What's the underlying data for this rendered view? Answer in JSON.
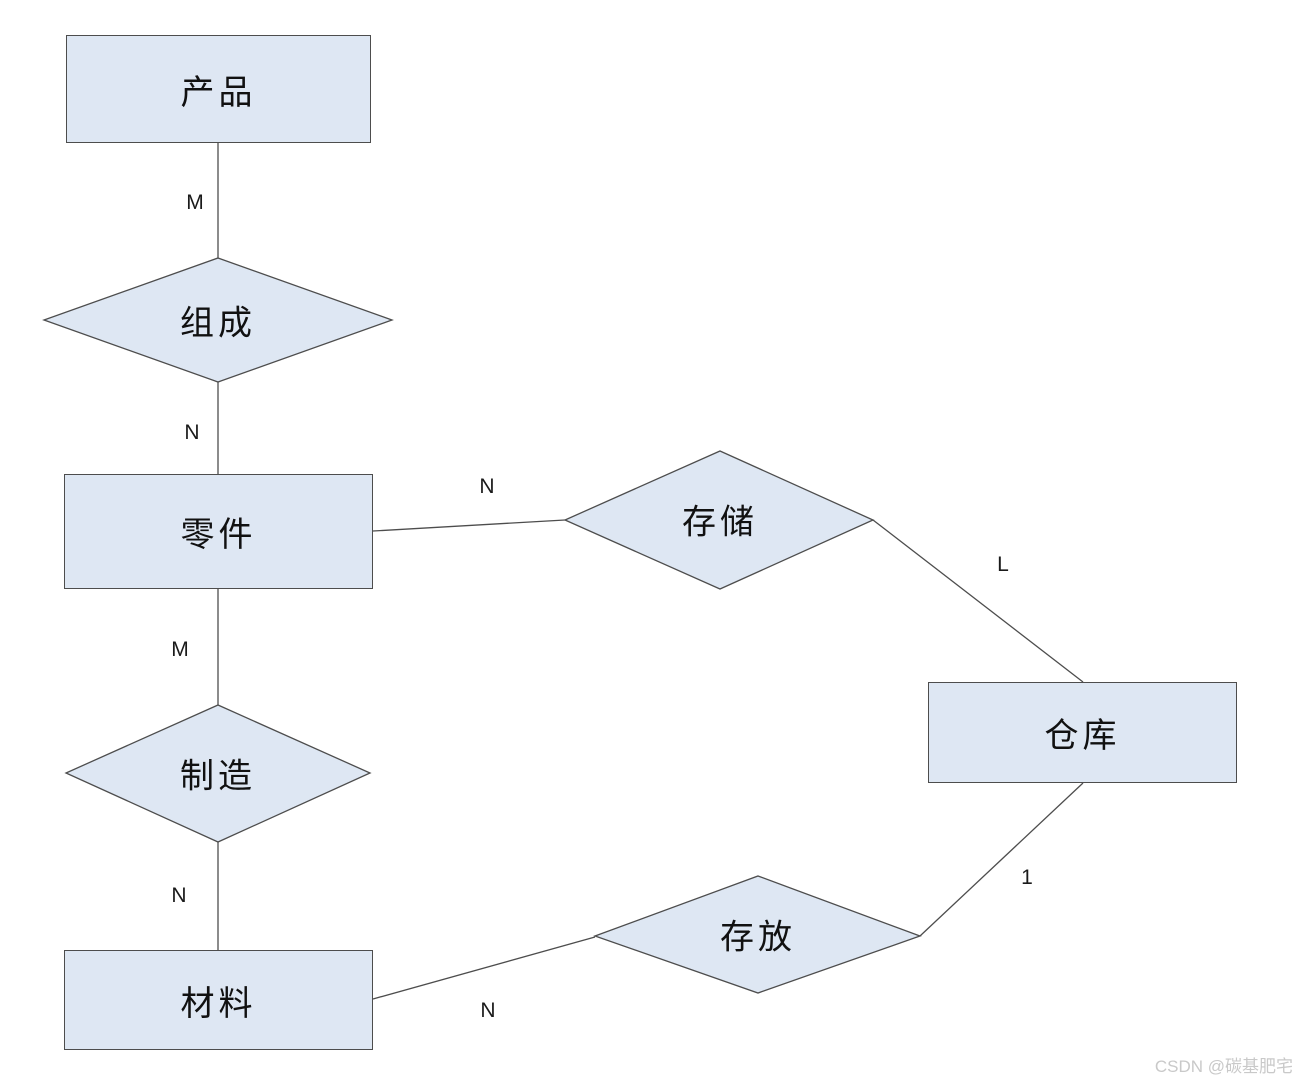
{
  "diagram": {
    "kind": "entity-relationship-diagram",
    "entities": [
      {
        "id": "product",
        "label": "产品"
      },
      {
        "id": "part",
        "label": "零件"
      },
      {
        "id": "warehouse",
        "label": "仓库"
      },
      {
        "id": "material",
        "label": "材料"
      }
    ],
    "relationships": [
      {
        "id": "compose",
        "label": "组成"
      },
      {
        "id": "store",
        "label": "存储"
      },
      {
        "id": "manufacture",
        "label": "制造"
      },
      {
        "id": "place",
        "label": "存放"
      }
    ],
    "cardinalities": [
      {
        "id": "product-compose",
        "edge": "产品-组成",
        "label": "M"
      },
      {
        "id": "compose-part",
        "edge": "组成-零件",
        "label": "N"
      },
      {
        "id": "part-store",
        "edge": "零件-存储",
        "label": "N"
      },
      {
        "id": "store-warehouse",
        "edge": "存储-仓库",
        "label": "L"
      },
      {
        "id": "part-manufacture",
        "edge": "零件-制造",
        "label": "M"
      },
      {
        "id": "manufacture-material",
        "edge": "制造-材料",
        "label": "N"
      },
      {
        "id": "material-place",
        "edge": "材料-存放",
        "label": "N"
      },
      {
        "id": "place-warehouse",
        "edge": "存放-仓库",
        "label": "1"
      }
    ],
    "colors": {
      "shape_fill": "#dee7f3",
      "shape_border": "#4d4d4d",
      "connector": "#4d4d4d",
      "text": "#111111",
      "watermark": "#c9c9c9"
    },
    "watermark": "CSDN @碳基肥宅"
  }
}
